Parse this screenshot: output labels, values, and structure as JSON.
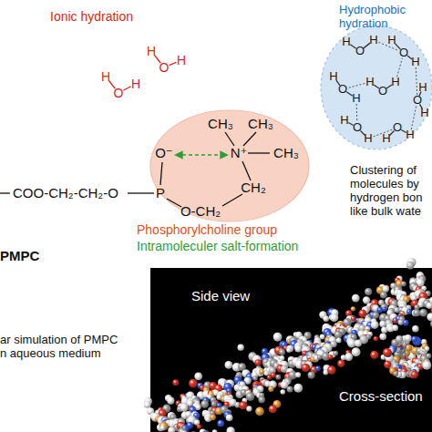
{
  "diagram": {
    "nodes": [
      {
        "text": [
          "O⁻",
          "P",
          "N⁺",
          "CH₃",
          "CH₃",
          "CH₃",
          "CH₂",
          "O-CH₂"
        ]
      },
      {
        "text": [
          "Hydrophobic hydration",
          "H",
          "O",
          "H",
          "H",
          "O",
          "H",
          "H",
          "O",
          "H",
          "H",
          "O",
          "H",
          "H",
          "O",
          "H",
          "H",
          "O",
          "H",
          "H",
          "O",
          "H"
        ]
      },
      {
        "text": [
          "Side view",
          "Cross-section"
        ]
      }
    ],
    "labels": [
      "Ionic hydration",
      "H",
      "O",
      "H",
      "H",
      "O",
      "H",
      "COO-CH₂-CH₂-O",
      "PMPC",
      "Phosphorylcholine group",
      "Intramoleculer salt-formation",
      "Clustering of molecules by hydrogen bon like bulk wate",
      "ar simulation of PMPC n aqueous medium"
    ]
  }
}
